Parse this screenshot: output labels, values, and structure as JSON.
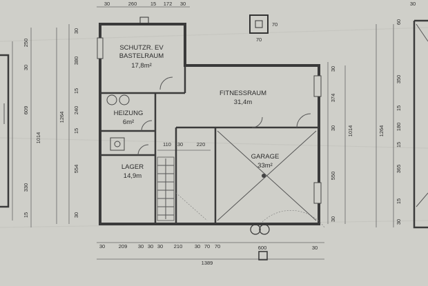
{
  "rooms": {
    "schutz": {
      "line1": "SCHUTZR. EV",
      "line2": "BASTELRAUM",
      "area": "17,8m²"
    },
    "heizung": {
      "name": "HEIZUNG",
      "area": "6m²"
    },
    "lager": {
      "name": "LAGER",
      "area": "14,9m"
    },
    "fitness": {
      "name": "FITNESSRAUM",
      "area": "31,4m"
    },
    "garage": {
      "name": "GARAGE",
      "area": "33m²"
    }
  },
  "dimensions": {
    "top": [
      "30",
      "260",
      "15",
      "172",
      "30"
    ],
    "chimney": [
      "70",
      "70"
    ],
    "left_inner": [
      "30",
      "380",
      "15",
      "240",
      "15",
      "554",
      "30"
    ],
    "left_outer": [
      "250",
      "609",
      "1014",
      "330",
      "15"
    ],
    "left_total": "1264",
    "left_extra": "30",
    "right_inner": [
      "30",
      "374",
      "30",
      "550",
      "30"
    ],
    "right_total": "1014",
    "bottom": [
      "30",
      "209",
      "30",
      "30",
      "30",
      "210",
      "30",
      "70",
      "70"
    ],
    "bottom_total": "1389",
    "garage_width": "600",
    "garage_right": "30",
    "mid": [
      "110",
      "30",
      "220"
    ],
    "far_right": [
      "60",
      "350",
      "15",
      "180",
      "15",
      "365",
      "15"
    ],
    "far_right_total": "1264",
    "far_right_marks": [
      "30",
      "30"
    ]
  }
}
